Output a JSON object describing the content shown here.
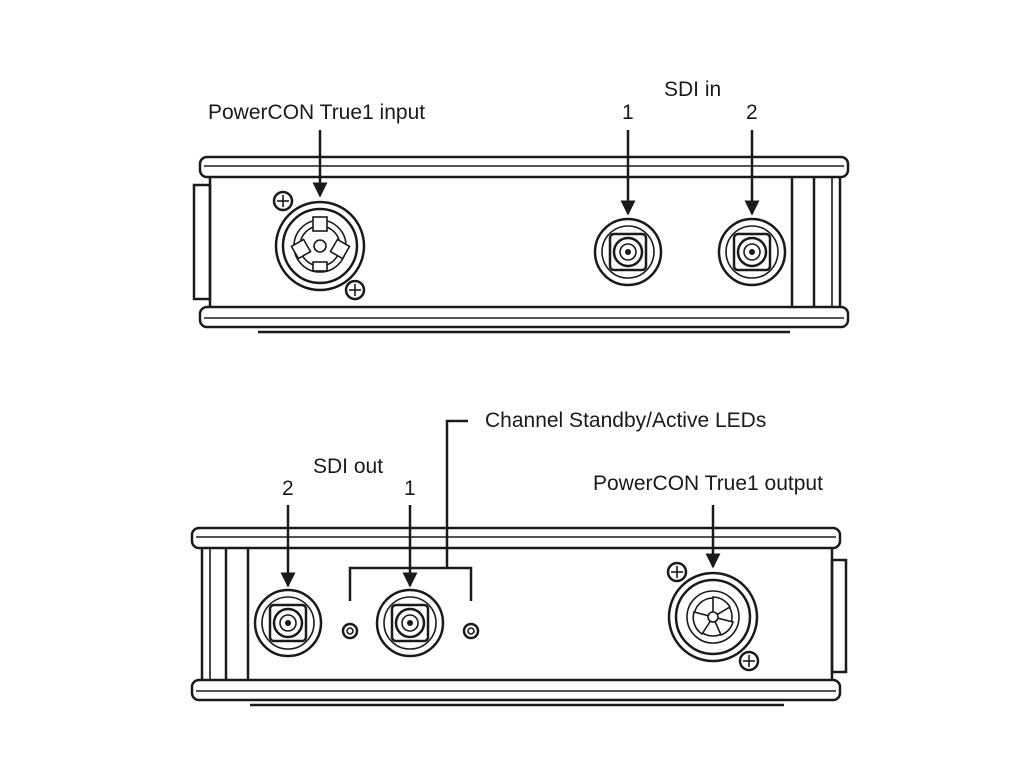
{
  "top_panel": {
    "power_input_label": "PowerCON True1 input",
    "sdi_in_label": "SDI in",
    "sdi_in_port_1": "1",
    "sdi_in_port_2": "2"
  },
  "bottom_panel": {
    "leds_label": "Channel Standby/Active LEDs",
    "sdi_out_label": "SDI out",
    "sdi_out_port_2": "2",
    "sdi_out_port_1": "1",
    "power_output_label": "PowerCON True1 output"
  },
  "colors": {
    "line": "#1a1a1a",
    "background": "#ffffff"
  }
}
